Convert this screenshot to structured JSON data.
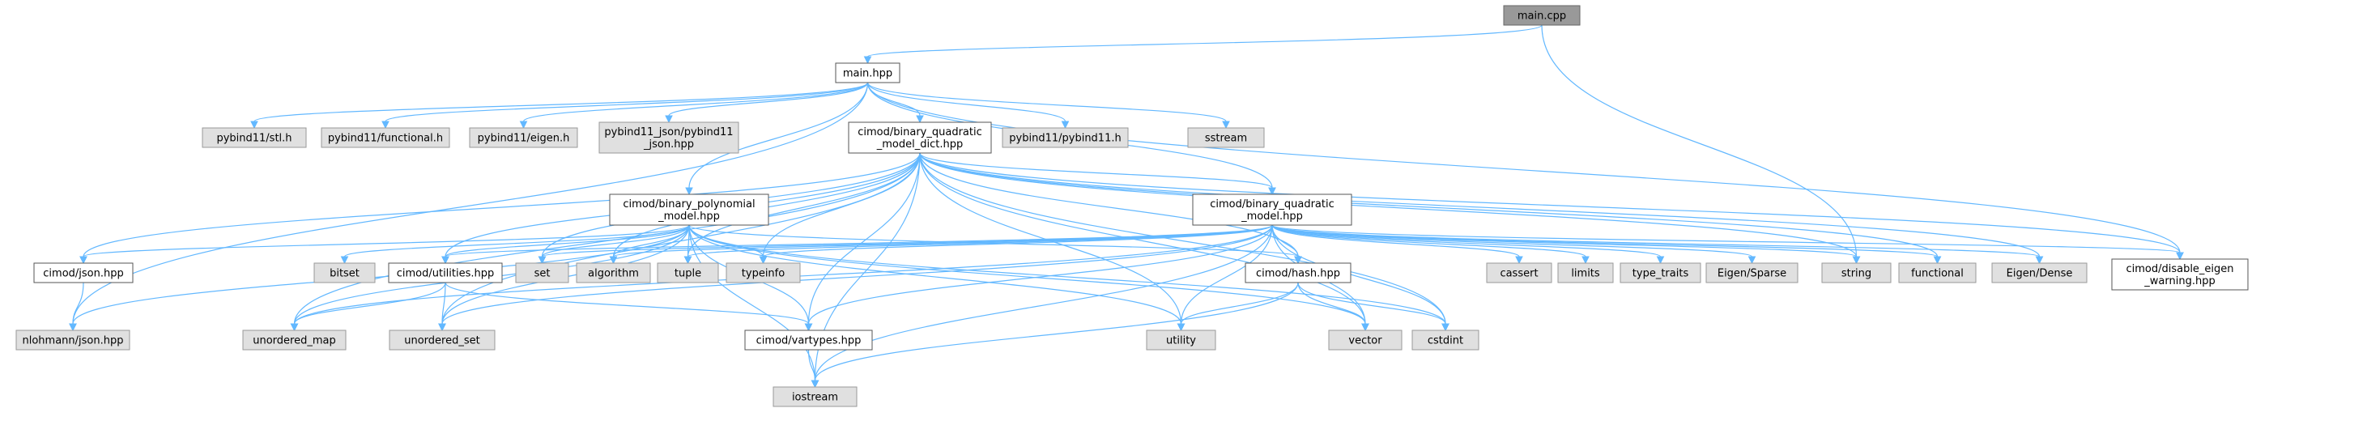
{
  "colors": {
    "edge": "#63b8ff",
    "doc_fill": "#ffffff",
    "doc_border": "#555555",
    "sys_fill": "#e0e0e0",
    "sys_border": "#999999",
    "root_fill": "#999999"
  },
  "nodes": [
    {
      "id": "main_cpp",
      "kind": "root",
      "lines": [
        "main.cpp"
      ]
    },
    {
      "id": "main_hpp",
      "kind": "doc",
      "lines": [
        "main.hpp"
      ]
    },
    {
      "id": "stl",
      "kind": "sys",
      "lines": [
        "pybind11/stl.h"
      ]
    },
    {
      "id": "functional_h",
      "kind": "sys",
      "lines": [
        "pybind11/functional.h"
      ]
    },
    {
      "id": "eigen_h",
      "kind": "sys",
      "lines": [
        "pybind11/eigen.h"
      ]
    },
    {
      "id": "pyjson",
      "kind": "sys",
      "lines": [
        "pybind11_json/pybind11",
        "_json.hpp"
      ]
    },
    {
      "id": "bqmd",
      "kind": "doc",
      "lines": [
        "cimod/binary_quadratic",
        "_model_dict.hpp"
      ]
    },
    {
      "id": "pybind11_h",
      "kind": "sys",
      "lines": [
        "pybind11/pybind11.h"
      ]
    },
    {
      "id": "sstream",
      "kind": "sys",
      "lines": [
        "sstream"
      ]
    },
    {
      "id": "bpm",
      "kind": "doc",
      "lines": [
        "cimod/binary_polynomial",
        "_model.hpp"
      ]
    },
    {
      "id": "bqm",
      "kind": "doc",
      "lines": [
        "cimod/binary_quadratic",
        "_model.hpp"
      ]
    },
    {
      "id": "json",
      "kind": "doc",
      "lines": [
        "cimod/json.hpp"
      ]
    },
    {
      "id": "bitset",
      "kind": "sys",
      "lines": [
        "bitset"
      ]
    },
    {
      "id": "utilities",
      "kind": "doc",
      "lines": [
        "cimod/utilities.hpp"
      ]
    },
    {
      "id": "set",
      "kind": "sys",
      "lines": [
        "set"
      ]
    },
    {
      "id": "algorithm",
      "kind": "sys",
      "lines": [
        "algorithm"
      ]
    },
    {
      "id": "tuple",
      "kind": "sys",
      "lines": [
        "tuple"
      ]
    },
    {
      "id": "typeinfo",
      "kind": "sys",
      "lines": [
        "typeinfo"
      ]
    },
    {
      "id": "hash",
      "kind": "doc",
      "lines": [
        "cimod/hash.hpp"
      ]
    },
    {
      "id": "cassert",
      "kind": "sys",
      "lines": [
        "cassert"
      ]
    },
    {
      "id": "limits",
      "kind": "sys",
      "lines": [
        "limits"
      ]
    },
    {
      "id": "type_traits",
      "kind": "sys",
      "lines": [
        "type_traits"
      ]
    },
    {
      "id": "eigen_sparse",
      "kind": "sys",
      "lines": [
        "Eigen/Sparse"
      ]
    },
    {
      "id": "string",
      "kind": "sys",
      "lines": [
        "string"
      ]
    },
    {
      "id": "functional",
      "kind": "sys",
      "lines": [
        "functional"
      ]
    },
    {
      "id": "eigen_dense",
      "kind": "sys",
      "lines": [
        "Eigen/Dense"
      ]
    },
    {
      "id": "disable",
      "kind": "doc",
      "lines": [
        "cimod/disable_eigen",
        "_warning.hpp"
      ]
    },
    {
      "id": "nlohmann",
      "kind": "sys",
      "lines": [
        "nlohmann/json.hpp"
      ]
    },
    {
      "id": "unordered_map",
      "kind": "sys",
      "lines": [
        "unordered_map"
      ]
    },
    {
      "id": "unordered_set",
      "kind": "sys",
      "lines": [
        "unordered_set"
      ]
    },
    {
      "id": "vartypes",
      "kind": "doc",
      "lines": [
        "cimod/vartypes.hpp"
      ]
    },
    {
      "id": "utility",
      "kind": "sys",
      "lines": [
        "utility"
      ]
    },
    {
      "id": "vector",
      "kind": "sys",
      "lines": [
        "vector"
      ]
    },
    {
      "id": "cstdint",
      "kind": "sys",
      "lines": [
        "cstdint"
      ]
    },
    {
      "id": "iostream",
      "kind": "sys",
      "lines": [
        "iostream"
      ]
    }
  ],
  "edges": [
    [
      "main_cpp",
      "main_hpp"
    ],
    [
      "main_cpp",
      "string"
    ],
    [
      "main_hpp",
      "stl"
    ],
    [
      "main_hpp",
      "functional_h"
    ],
    [
      "main_hpp",
      "eigen_h"
    ],
    [
      "main_hpp",
      "pyjson"
    ],
    [
      "main_hpp",
      "bqmd"
    ],
    [
      "main_hpp",
      "pybind11_h"
    ],
    [
      "main_hpp",
      "sstream"
    ],
    [
      "main_hpp",
      "bpm"
    ],
    [
      "main_hpp",
      "bqm"
    ],
    [
      "main_hpp",
      "disable"
    ],
    [
      "main_hpp",
      "nlohmann"
    ],
    [
      "bqmd",
      "json"
    ],
    [
      "bqmd",
      "utilities"
    ],
    [
      "bqmd",
      "set"
    ],
    [
      "bqmd",
      "algorithm"
    ],
    [
      "bqmd",
      "tuple"
    ],
    [
      "bqmd",
      "typeinfo"
    ],
    [
      "bqmd",
      "hash"
    ],
    [
      "bqmd",
      "string"
    ],
    [
      "bqmd",
      "functional"
    ],
    [
      "bqmd",
      "eigen_dense"
    ],
    [
      "bqmd",
      "disable"
    ],
    [
      "bqmd",
      "unordered_map"
    ],
    [
      "bqmd",
      "unordered_set"
    ],
    [
      "bqmd",
      "vartypes"
    ],
    [
      "bqmd",
      "utility"
    ],
    [
      "bqmd",
      "vector"
    ],
    [
      "bqmd",
      "cstdint"
    ],
    [
      "bqmd",
      "iostream"
    ],
    [
      "bqmd",
      "bqm"
    ],
    [
      "bpm",
      "json"
    ],
    [
      "bpm",
      "bitset"
    ],
    [
      "bpm",
      "utilities"
    ],
    [
      "bpm",
      "set"
    ],
    [
      "bpm",
      "algorithm"
    ],
    [
      "bpm",
      "tuple"
    ],
    [
      "bpm",
      "typeinfo"
    ],
    [
      "bpm",
      "hash"
    ],
    [
      "bpm",
      "nlohmann"
    ],
    [
      "bpm",
      "unordered_map"
    ],
    [
      "bpm",
      "unordered_set"
    ],
    [
      "bpm",
      "vartypes"
    ],
    [
      "bpm",
      "utility"
    ],
    [
      "bpm",
      "vector"
    ],
    [
      "bpm",
      "cstdint"
    ],
    [
      "bpm",
      "iostream"
    ],
    [
      "bqm",
      "utilities"
    ],
    [
      "bqm",
      "set"
    ],
    [
      "bqm",
      "algorithm"
    ],
    [
      "bqm",
      "tuple"
    ],
    [
      "bqm",
      "typeinfo"
    ],
    [
      "bqm",
      "hash"
    ],
    [
      "bqm",
      "cassert"
    ],
    [
      "bqm",
      "limits"
    ],
    [
      "bqm",
      "type_traits"
    ],
    [
      "bqm",
      "eigen_sparse"
    ],
    [
      "bqm",
      "string"
    ],
    [
      "bqm",
      "functional"
    ],
    [
      "bqm",
      "eigen_dense"
    ],
    [
      "bqm",
      "disable"
    ],
    [
      "bqm",
      "unordered_map"
    ],
    [
      "bqm",
      "unordered_set"
    ],
    [
      "bqm",
      "vartypes"
    ],
    [
      "bqm",
      "utility"
    ],
    [
      "bqm",
      "vector"
    ],
    [
      "bqm",
      "cstdint"
    ],
    [
      "bqm",
      "iostream"
    ],
    [
      "json",
      "nlohmann"
    ],
    [
      "utilities",
      "unordered_map"
    ],
    [
      "utilities",
      "unordered_set"
    ],
    [
      "utilities",
      "vartypes"
    ],
    [
      "hash",
      "utility"
    ],
    [
      "hash",
      "vector"
    ],
    [
      "hash",
      "cstdint"
    ],
    [
      "hash",
      "iostream"
    ],
    [
      "vartypes",
      "iostream"
    ]
  ]
}
